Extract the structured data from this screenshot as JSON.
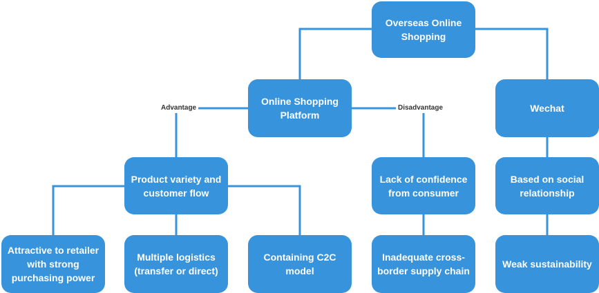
{
  "diagram": {
    "nodes": {
      "root": "Overseas Online Shopping",
      "platform": "Online Shopping Platform",
      "wechat": "Wechat",
      "product_variety": "Product variety and customer flow",
      "lack_confidence": "Lack of confidence from consumer",
      "social_relationship": "Based on social relationship",
      "attractive_retailer": "Attractive to retailer with strong purchasing power",
      "multiple_logistics": "Multiple logistics (transfer or direct)",
      "c2c_model": "Containing C2C model",
      "supply_chain": "Inadequate cross-border supply chain",
      "weak_sustainability": "Weak sustainability"
    },
    "edge_labels": {
      "advantage": "Advantage",
      "disadvantage": "Disadvantage"
    },
    "colors": {
      "node_fill": "#3793dc",
      "node_text": "#ffffff",
      "connector": "#3793dc",
      "label_text": "#333333"
    }
  }
}
